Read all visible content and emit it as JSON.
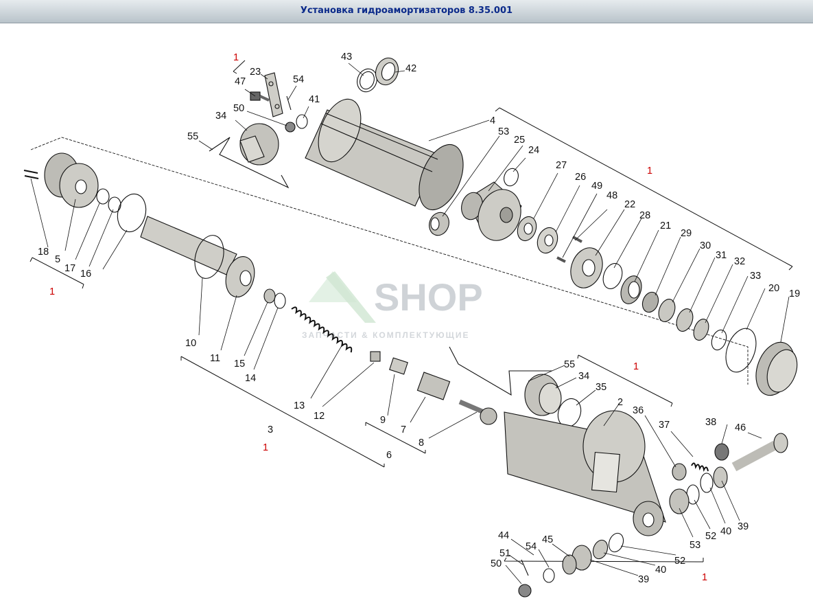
{
  "title": "Установка гидроамортизаторов 8.35.001",
  "watermark": {
    "brand": "SHOP",
    "tagline": "ЗАПЧАСТИ & КОМПЛЕКТУЮЩИЕ"
  },
  "colors": {
    "title": "#0b2a8a",
    "group_mark": "#cc0000",
    "part_fill": "#c4c3bd",
    "line": "#111111"
  },
  "callouts": [
    {
      "id": "c1",
      "text": "1"
    },
    {
      "id": "c2",
      "text": "23"
    },
    {
      "id": "c3",
      "text": "47"
    },
    {
      "id": "c4",
      "text": "54"
    },
    {
      "id": "c5",
      "text": "41"
    },
    {
      "id": "c6",
      "text": "50"
    },
    {
      "id": "c7",
      "text": "34"
    },
    {
      "id": "c8",
      "text": "55"
    },
    {
      "id": "c9",
      "text": "43"
    },
    {
      "id": "c10",
      "text": "42"
    },
    {
      "id": "c11",
      "text": "4"
    },
    {
      "id": "c12",
      "text": "53"
    },
    {
      "id": "c13",
      "text": "25"
    },
    {
      "id": "c14",
      "text": "24"
    },
    {
      "id": "c15",
      "text": "27"
    },
    {
      "id": "c16",
      "text": "26"
    },
    {
      "id": "c17",
      "text": "49"
    },
    {
      "id": "c18",
      "text": "48"
    },
    {
      "id": "c19",
      "text": "22"
    },
    {
      "id": "c20",
      "text": "28"
    },
    {
      "id": "c21",
      "text": "21"
    },
    {
      "id": "c22",
      "text": "29"
    },
    {
      "id": "c23",
      "text": "30"
    },
    {
      "id": "c24",
      "text": "31"
    },
    {
      "id": "c25",
      "text": "32"
    },
    {
      "id": "c26",
      "text": "33"
    },
    {
      "id": "c27",
      "text": "20"
    },
    {
      "id": "c28",
      "text": "19"
    },
    {
      "id": "c29",
      "text": "1"
    },
    {
      "id": "c30",
      "text": "18"
    },
    {
      "id": "c31",
      "text": "5"
    },
    {
      "id": "c32",
      "text": "17"
    },
    {
      "id": "c33",
      "text": "16"
    },
    {
      "id": "c34",
      "text": "1"
    },
    {
      "id": "c35",
      "text": "10"
    },
    {
      "id": "c36",
      "text": "11"
    },
    {
      "id": "c37",
      "text": "15"
    },
    {
      "id": "c38",
      "text": "14"
    },
    {
      "id": "c39",
      "text": "13"
    },
    {
      "id": "c40",
      "text": "12"
    },
    {
      "id": "c41",
      "text": "3"
    },
    {
      "id": "c42",
      "text": "1"
    },
    {
      "id": "c43",
      "text": "9"
    },
    {
      "id": "c44",
      "text": "7"
    },
    {
      "id": "c45",
      "text": "6"
    },
    {
      "id": "c46",
      "text": "8"
    },
    {
      "id": "c47",
      "text": "55"
    },
    {
      "id": "c48",
      "text": "34"
    },
    {
      "id": "c49",
      "text": "1"
    },
    {
      "id": "c50",
      "text": "35"
    },
    {
      "id": "c51",
      "text": "2"
    },
    {
      "id": "c52",
      "text": "36"
    },
    {
      "id": "c53",
      "text": "37"
    },
    {
      "id": "c54",
      "text": "38"
    },
    {
      "id": "c55",
      "text": "46"
    },
    {
      "id": "c56",
      "text": "53"
    },
    {
      "id": "c57",
      "text": "52"
    },
    {
      "id": "c58",
      "text": "40"
    },
    {
      "id": "c59",
      "text": "39"
    },
    {
      "id": "c60",
      "text": "44"
    },
    {
      "id": "c61",
      "text": "45"
    },
    {
      "id": "c62",
      "text": "54"
    },
    {
      "id": "c63",
      "text": "51"
    },
    {
      "id": "c64",
      "text": "50"
    },
    {
      "id": "c65",
      "text": "52"
    },
    {
      "id": "c66",
      "text": "40"
    },
    {
      "id": "c67",
      "text": "39"
    },
    {
      "id": "c68",
      "text": "1"
    }
  ]
}
